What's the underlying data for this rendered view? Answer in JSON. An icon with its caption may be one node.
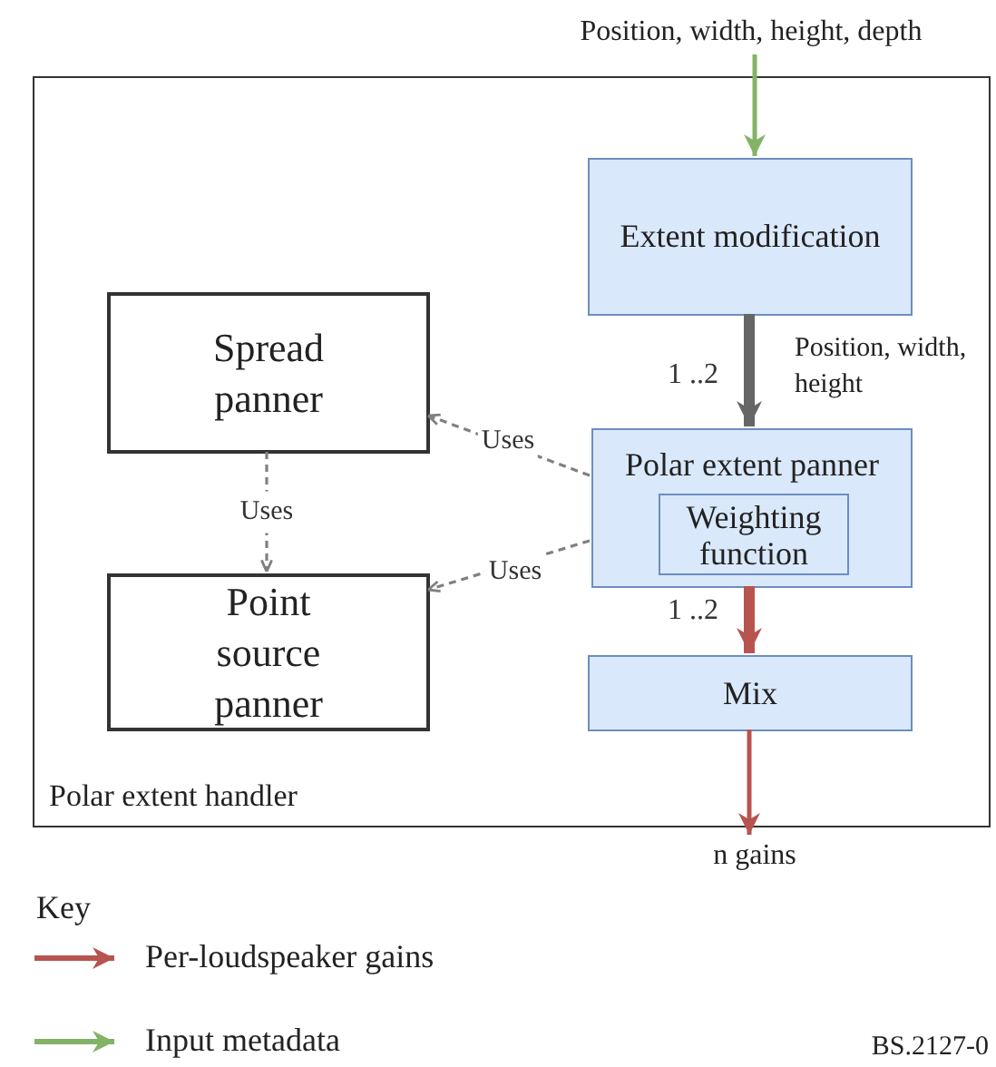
{
  "diagram": {
    "nodes": [
      {
        "text": [
          "Polar extent handler"
        ]
      },
      {
        "text": [
          "Position, width, height, depth"
        ]
      },
      {
        "text": [
          "Extent modification"
        ],
        "in": 0
      },
      {
        "text": [
          "Spread panner"
        ],
        "in": 0
      },
      {
        "text": [
          "Polar extent panner"
        ],
        "in": 0
      },
      {
        "text": [
          "Weighting function"
        ],
        "in": 4
      },
      {
        "text": [
          "Point source panner"
        ],
        "in": 0
      },
      {
        "text": [
          "Mix"
        ],
        "in": 0
      },
      {
        "text": [
          "n gains"
        ]
      }
    ],
    "edges": [
      {
        "from": 1,
        "to": 2,
        "arrow": "to",
        "color": "#82b366"
      },
      {
        "from": 2,
        "to": 4,
        "arrow": "to",
        "label": "1 ..2",
        "style": "thick"
      },
      {
        "from": 4,
        "to": 3,
        "arrow": "to",
        "label": "Uses",
        "style": "dashed"
      },
      {
        "from": 3,
        "to": 6,
        "arrow": "to",
        "label": "Uses",
        "style": "dashed"
      },
      {
        "from": 4,
        "to": 6,
        "arrow": "to",
        "label": "Uses",
        "style": "dashed"
      },
      {
        "from": 4,
        "to": 7,
        "arrow": "to",
        "label": "1 ..2",
        "style": "thick",
        "color": "#b85450"
      },
      {
        "from": 7,
        "to": 8,
        "arrow": "to",
        "color": "#b85450"
      }
    ],
    "labels": [
      "Position, width, height",
      "Key",
      "BS.2127-0"
    ],
    "legend": [
      {
        "text": "Per-loudspeaker gains",
        "color": "#b85450"
      },
      {
        "text": "Input metadata",
        "color": "#82b366"
      }
    ]
  }
}
